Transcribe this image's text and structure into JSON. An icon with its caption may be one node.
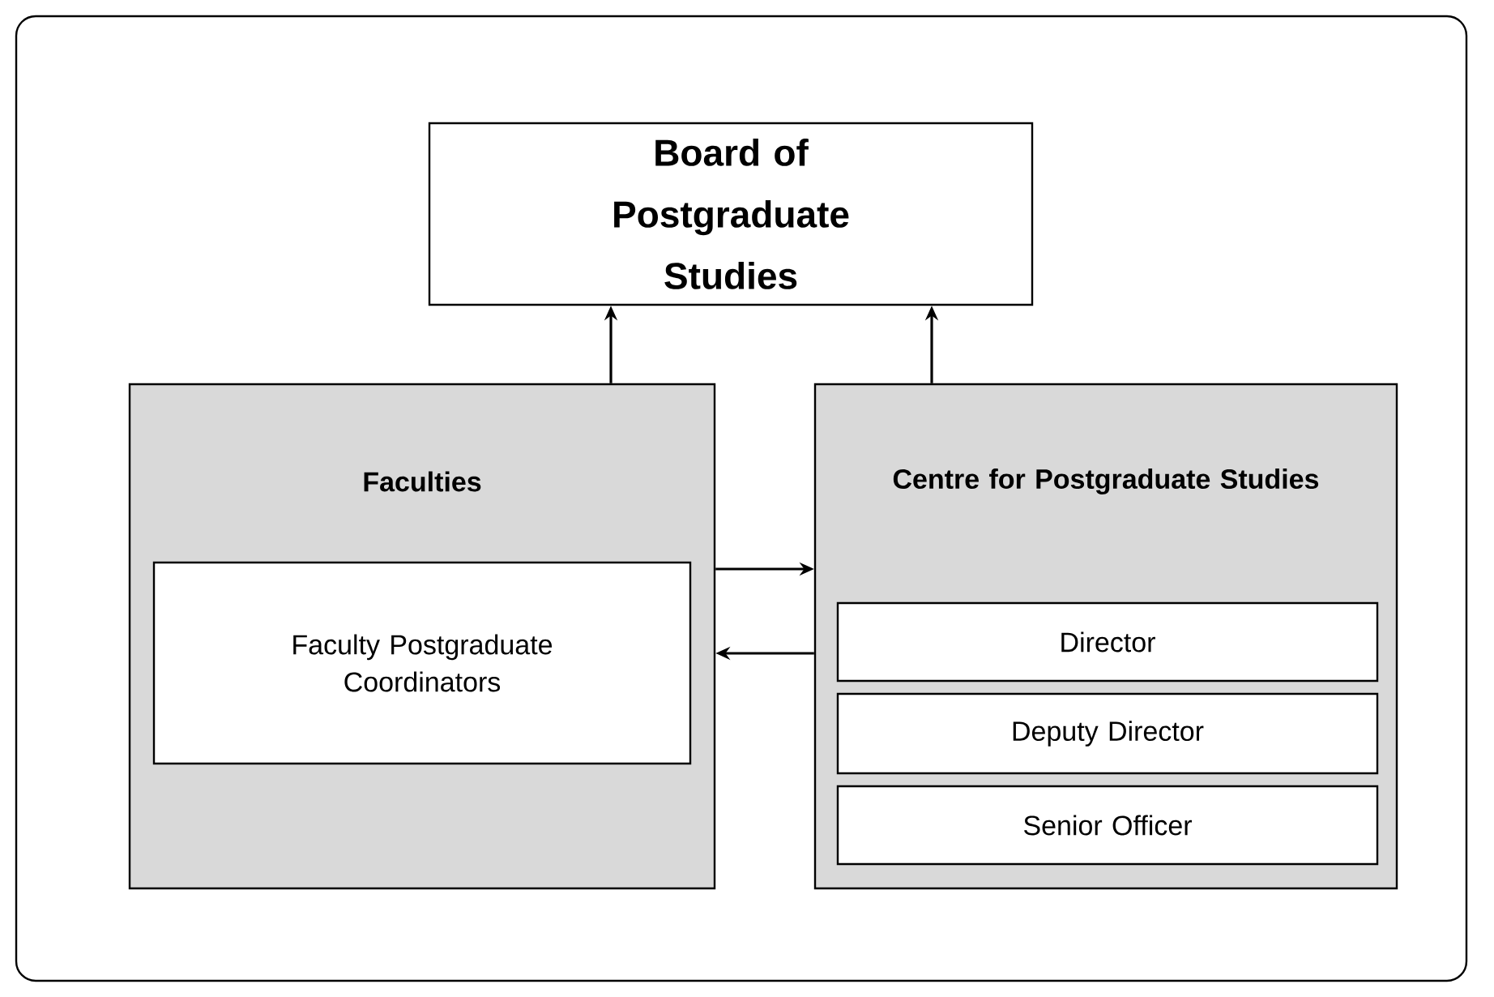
{
  "diagram": {
    "nodes": [
      {
        "text": [
          "Board of Postgraduate Studies"
        ]
      },
      {
        "text": [
          "Faculties"
        ]
      },
      {
        "text": [
          "Faculty Postgraduate Coordinators"
        ],
        "in": 1
      },
      {
        "text": [
          "Centre for Postgraduate Studies"
        ]
      },
      {
        "text": [
          "Director"
        ],
        "in": 3
      },
      {
        "text": [
          "Deputy Director"
        ],
        "in": 3
      },
      {
        "text": [
          "Senior Officer"
        ],
        "in": 3
      }
    ],
    "edges": [
      {
        "from": 1,
        "to": 0,
        "arrow": "to"
      },
      {
        "from": 3,
        "to": 0,
        "arrow": "to"
      },
      {
        "from": 1,
        "to": 3,
        "arrow": "to"
      },
      {
        "from": 3,
        "to": 1,
        "arrow": "to"
      }
    ]
  }
}
